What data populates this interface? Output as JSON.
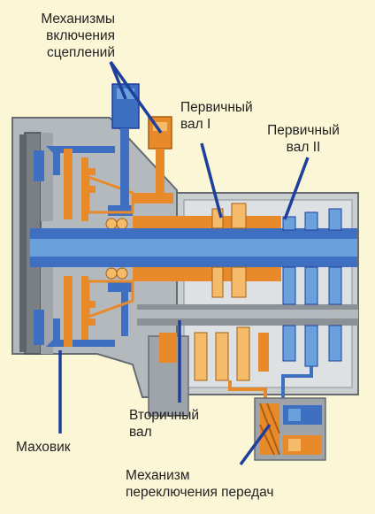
{
  "labels": {
    "clutch_mechanisms": "Механизмы\nвключения\nсцеплений",
    "input_shaft_1": "Первичный\nвал I",
    "input_shaft_2": "Первичный\nвал II",
    "secondary_shaft": "Вторичный\nвал",
    "flywheel": "Маховик",
    "gear_shift_mechanism": "Механизм\nпереключения передач"
  },
  "colors": {
    "background": "#fbf7d6",
    "housing": "#9ea4a9",
    "housing_dark": "#666c72",
    "blue": "#3f6fc0",
    "blue_light": "#6aa0dc",
    "orange": "#e88a2a",
    "orange_light": "#f4bb6a",
    "callout_line": "#1f3f9c",
    "text": "#222222"
  }
}
